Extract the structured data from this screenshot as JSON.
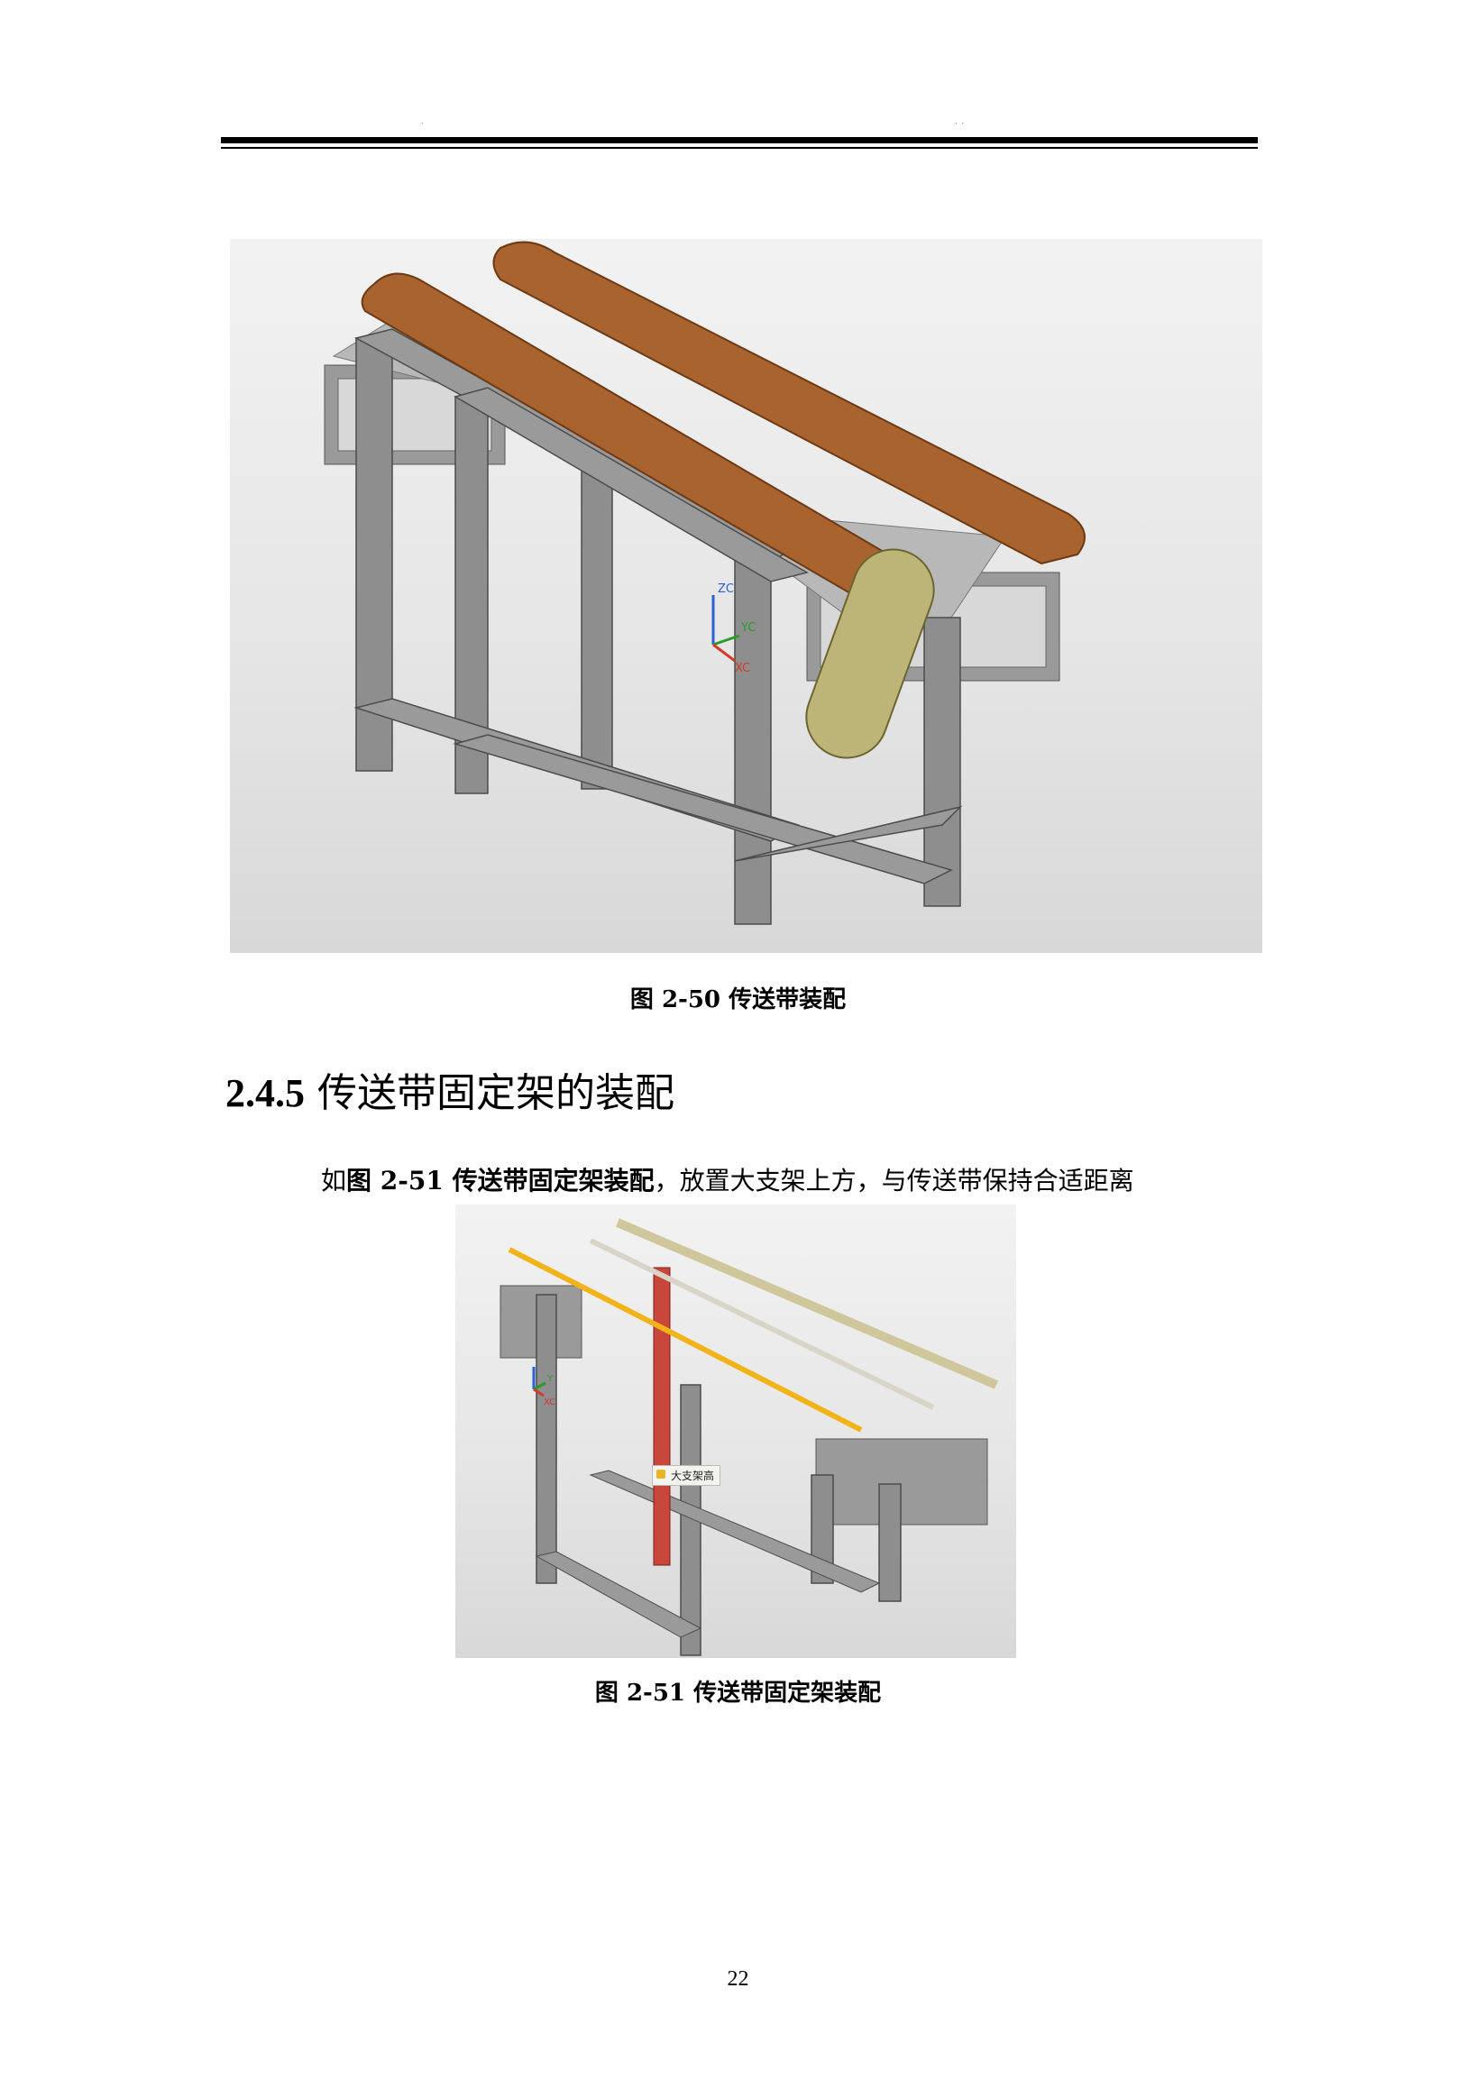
{
  "header": {
    "left_mark": "˙",
    "right_mark": "˙ ˙"
  },
  "figure1": {
    "axis_labels": {
      "z": "ZC",
      "y": "YC",
      "x": "XC"
    },
    "caption": "图  2-50 传送带装配"
  },
  "section": {
    "number": "2.4.5",
    "title": "传送带固定架的装配"
  },
  "paragraph": {
    "prefix": "如",
    "figure_ref": "图  2-51 传送带固定架装配",
    "suffix": "，放置大支架上方，与传送带保持合适距离"
  },
  "figure2": {
    "axis_labels": {
      "y": "Y",
      "x": "XC"
    },
    "tooltip": "大支架高",
    "caption": "图  2-51 传送带固定架装配"
  },
  "page_number": "22",
  "colors": {
    "frame": "#8e8e8e",
    "frame_dark": "#5f5f5f",
    "belt_brown": "#a9632e",
    "cover_khaki": "#bdb478",
    "belt_yellow": "#f2b318",
    "support_red": "#c9463a"
  }
}
